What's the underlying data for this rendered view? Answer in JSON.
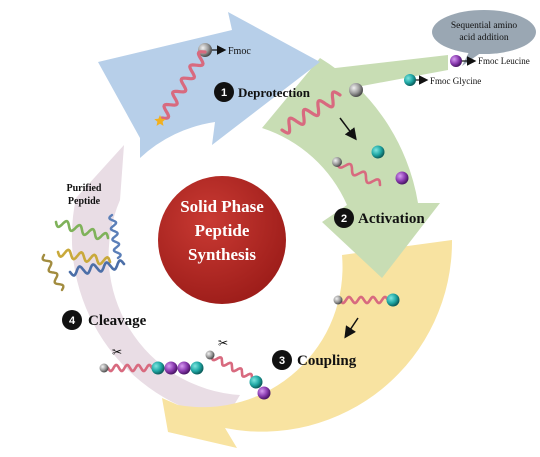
{
  "title_lines": [
    "Solid Phase",
    "Peptide",
    "Synthesis"
  ],
  "steps": [
    {
      "number": "1",
      "label": "Deprotection"
    },
    {
      "number": "2",
      "label": "Activation"
    },
    {
      "number": "3",
      "label": "Coupling"
    },
    {
      "number": "4",
      "label": "Cleavage"
    }
  ],
  "bubble": {
    "line1": "Sequential amino",
    "line2": "acid addition"
  },
  "reagents": {
    "fmoc": "Fmoc",
    "leucine": "Fmoc Leucine",
    "glycine": "Fmoc Glycine"
  },
  "product": {
    "line1": "Purified",
    "line2": "Peptide"
  },
  "colors": {
    "deprotection": "#b7cfe9",
    "activation": "#c8ddb4",
    "coupling": "#f8e3a1",
    "cleavage": "#e9dde5",
    "center": "#b3231f",
    "helix": "#d86a7f",
    "teal": "#1fa7a4",
    "purple": "#8a3bb0",
    "gray": "#8c8c8c"
  }
}
